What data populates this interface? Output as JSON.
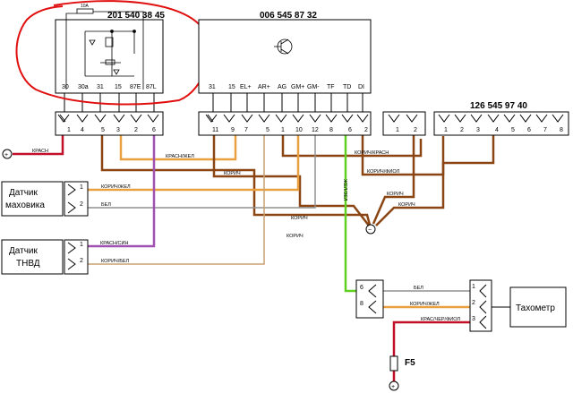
{
  "relay": {
    "part_number": "201 540 38 45",
    "fuse_label": "10A",
    "pins": [
      "30",
      "30a",
      "31",
      "15",
      "87E",
      "87L"
    ]
  },
  "ecu": {
    "part_number": "006 545 87 32",
    "pins": [
      "31",
      "15",
      "EL+",
      "AR+",
      "AG",
      "GM+",
      "GM-",
      "TF",
      "TD",
      "DI"
    ]
  },
  "tacho_module": {
    "part_number": "126 545 97 40"
  },
  "connectors": {
    "c1_pins": [
      "1",
      "4",
      "5",
      "3",
      "2",
      "6"
    ],
    "c2_pins": [
      "11",
      "9",
      "7",
      "5",
      "1",
      "10",
      "12",
      "8",
      "6",
      "2"
    ],
    "c3_pins": [
      "1",
      "2"
    ],
    "c4_pins": [
      "1",
      "2",
      "3",
      "4",
      "5",
      "6",
      "7",
      "8"
    ],
    "flywheel_pins": [
      "1",
      "2"
    ],
    "tnvd_pins": [
      "1",
      "2"
    ],
    "tacho_left_pins": [
      "6",
      "8"
    ],
    "tacho_right_pins": [
      "1",
      "2",
      "3"
    ]
  },
  "sensors": {
    "flywheel_line1": "Датчик",
    "flywheel_line2": "маховика",
    "tnvd_line1": "Датчик",
    "tnvd_line2": "ТНВД"
  },
  "tachometer": {
    "label": "Тахометр"
  },
  "fuse": {
    "label": "F5"
  },
  "wire_labels": {
    "w_plus_red": "КРАСН",
    "w_red_yel": "КРАСН/ЖЕЛ",
    "w_brown1": "КОРИЧ",
    "w_brown_red": "КОРИЧ/КРАСН",
    "w_brown_viol": "КОРИЧ/ФИОЛ",
    "w_brown2": "КОРИЧ",
    "w_brown3": "КОРИЧ",
    "w_green": "ЖЕЛ/ЗЕЛ",
    "w_fly_brown_yel": "КОРИЧ/ЖЕЛ",
    "w_fly_white": "БЕЛ",
    "w_brown4": "КОРИЧ",
    "w_brown5": "КОРИЧ",
    "w_tnvd_red_blue": "КРАСН/СИН",
    "w_tnvd_brown_white": "КОРИЧ/БЕЛ",
    "w_tacho_white": "БЕЛ",
    "w_tacho_brown_yel": "КОРИЧ/ЖЕЛ",
    "w_tacho_red_black_viol": "КРАС/ЧЕР/ФИОЛ"
  },
  "symbols": {
    "plus": "+",
    "ground": "−"
  },
  "colors": {
    "brown": "#8b4513",
    "orange": "#e8a040",
    "red": "#c0102a",
    "violet": "#a050b0",
    "green": "#60d020",
    "grey": "#909090",
    "tan": "#c8a070",
    "highlight": "#e01010"
  }
}
